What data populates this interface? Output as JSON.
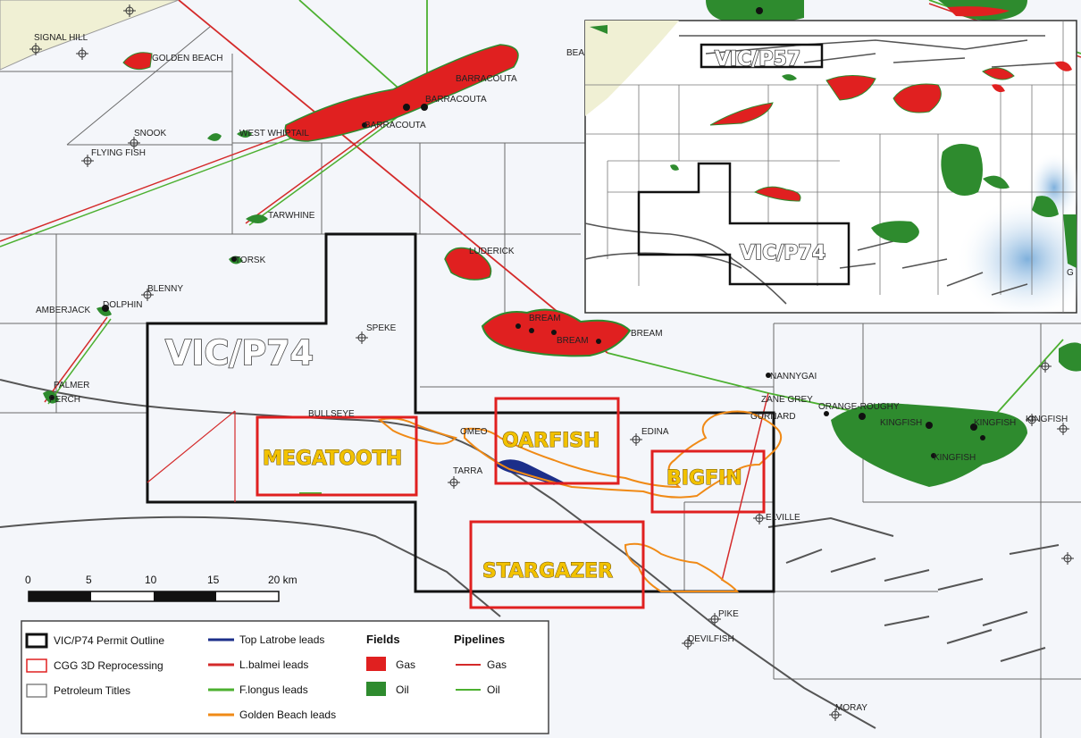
{
  "main_map": {
    "permit_label": "VIC/P74",
    "prospects": [
      "MEGATOOTH",
      "OARFISH",
      "BIGFIN",
      "STARGAZER"
    ],
    "place_labels": {
      "signal_hill": "SIGNAL HILL",
      "golden_beach": "GOLDEN BEACH",
      "barracouta_1": "BARRACOUTA",
      "barracouta_2": "BARRACOUTA",
      "barracouta_3": "BARRACOUTA",
      "bea": "BEA",
      "snook": "SNOOK",
      "west_whiptail": "WEST WHIPTAIL",
      "flying_fish": "FLYING FISH",
      "tarwhine": "TARWHINE",
      "torsk": "TORSK",
      "luderick": "LUDERICK",
      "blenny": "BLENNY",
      "amberjack": "AMBERJACK",
      "dolphin": "DOLPHIN",
      "speke": "SPEKE",
      "bream_1": "BREAM",
      "bream_2": "BREAM",
      "bream_3": "BREAM",
      "palmer": "PALMER",
      "perch": "PERCH",
      "bullseye": "BULLSEYE",
      "omeo": "OMEO",
      "tarra": "TARRA",
      "edina": "EDINA",
      "nannygai": "NANNYGAI",
      "zane_grey": "ZANE GREY",
      "gurnard": "GURNARD",
      "orange_roughy": "ORANGE-ROUGHY",
      "kingfish_1": "KINGFISH",
      "kingfish_2": "KINGFISH",
      "kingfish_3": "KINGFISH",
      "kingfish_4": "KINGFISH",
      "elville": "ELVILLE",
      "pike": "PIKE",
      "devilfish": "DEVILFISH",
      "moray": "MORAY"
    }
  },
  "inset": {
    "labels": [
      "VIC/P57",
      "VIC/P74"
    ],
    "edge_letter": "G"
  },
  "scale_bar": {
    "ticks": [
      "0",
      "5",
      "10",
      "15",
      "20 km"
    ]
  },
  "legend": {
    "col1": [
      "VIC/P74 Permit Outline",
      "CGG 3D Reprocessing",
      "Petroleum Titles"
    ],
    "col2": [
      "Top Latrobe leads",
      "L.balmei leads",
      "F.longus leads",
      "Golden Beach leads"
    ],
    "fields_head": "Fields",
    "fields": [
      "Gas",
      "Oil"
    ],
    "pipelines_head": "Pipelines",
    "pipelines": [
      "Gas",
      "Oil"
    ]
  },
  "colors": {
    "gas": "#e02020",
    "oil": "#2e8b2e",
    "permit": "#111111",
    "reprocessing": "#e02020",
    "top_latrobe": "#1c2f8a",
    "l_balmei": "#d42a2a",
    "f_longus": "#4cb030",
    "golden_beach": "#f08a16",
    "coast": "#f0f0d4",
    "sea": "#f4f6fa"
  }
}
